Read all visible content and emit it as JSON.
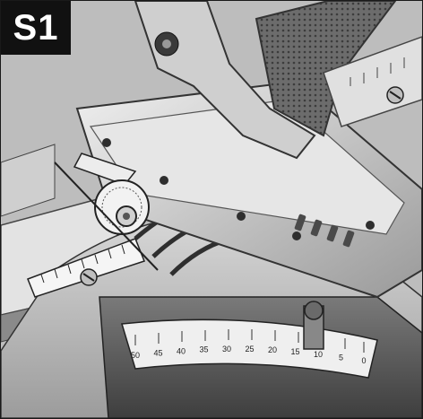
{
  "step_label": "S1",
  "miter_scale_numbers": [
    "50",
    "45",
    "40",
    "35",
    "30",
    "25",
    "20",
    "15",
    "10",
    "5",
    "0"
  ],
  "colors": {
    "badge_background": "#111111",
    "badge_text": "#ffffff",
    "metal_light": "#d9d9d9",
    "metal_dark": "#5a5a5a"
  }
}
